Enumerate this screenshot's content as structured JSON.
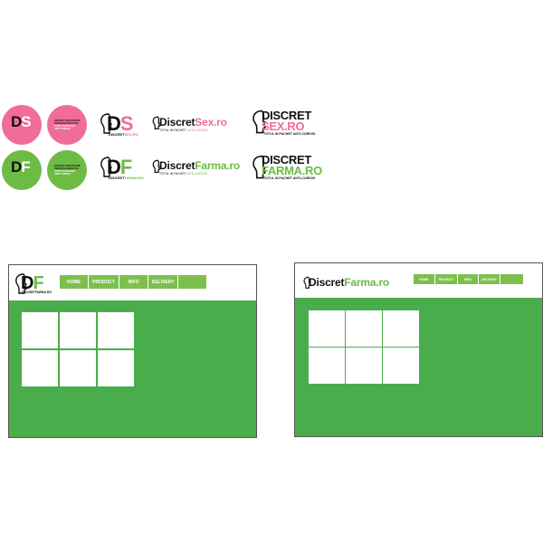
{
  "colors": {
    "pink": "#f06d97",
    "green": "#6dbb45",
    "site_green": "#4aad4c",
    "nav_green": "#7cc04c",
    "dark": "#111111"
  },
  "logos": {
    "ds_monogram": {
      "d": "D",
      "s": "S",
      "tag_left": "DISCRET",
      "tag_right": "SEX.RO"
    },
    "df_monogram": {
      "d": "D",
      "f": "F",
      "tag_left": "DISCRET",
      "tag_right": "FARMA.RO"
    },
    "discretsex_wordmark": {
      "part1": "Discret",
      "part2": "Sex.ro",
      "tag1": "TOTUL IN PACHET ",
      "tag2": "ANTI-CURIOSI"
    },
    "discretfarma_wordmark": {
      "part1": "Discret",
      "part2": "Farma.ro",
      "tag1": "TOTUL IN PACHET ",
      "tag2": "ANTI-CURIOSI"
    },
    "discretsex_stack": {
      "line1": "DISCRET",
      "line2": "SEX.RO",
      "tag": "TOTUL IN PACHET ANTI-CURIOSI"
    },
    "discretfarma_stack": {
      "line1": "DISCRET",
      "line2": "FARMA.RO",
      "tag": "TOTUL IN PACHET ANTI-CURIOSI"
    }
  },
  "circle_text": {
    "pink": [
      "DISCRET DEPOZITARE",
      "PRODUSE DEDICATE",
      "",
      "TOTUL IN PACHET",
      "ANTI-CURIOSI"
    ],
    "green": [
      "DISCRET DEPOZITARE",
      "PRODUSE DEDICATE",
      "",
      "TOTUL IN PACHET",
      "ANTI-CURIOSI"
    ]
  },
  "mockup_left": {
    "logo_d": "D",
    "logo_f": "F",
    "logo_tag": "DISCRETFARMA.RO",
    "nav": [
      "HOME",
      "PRODUCT",
      "INFO",
      "DELIVERY",
      ""
    ]
  },
  "mockup_right": {
    "logo_part1": "Discret",
    "logo_part2": "Farma.ro",
    "nav": [
      "HOME",
      "PRODUCT",
      "INFO",
      "DELIVERY",
      ""
    ]
  }
}
